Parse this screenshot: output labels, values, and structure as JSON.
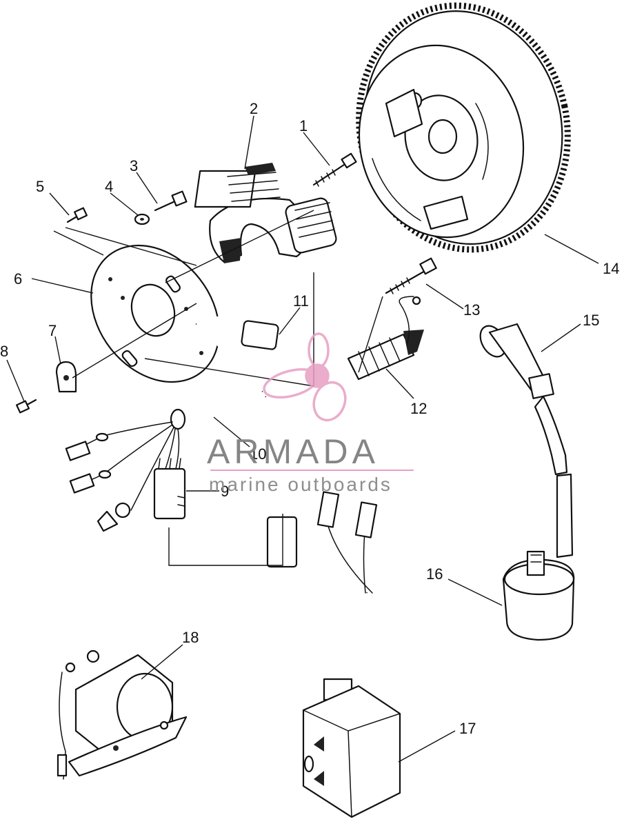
{
  "callouts": [
    {
      "label": "1"
    },
    {
      "label": "2"
    },
    {
      "label": "3"
    },
    {
      "label": "4"
    },
    {
      "label": "5"
    },
    {
      "label": "6"
    },
    {
      "label": "7"
    },
    {
      "label": "8"
    },
    {
      "label": "9"
    },
    {
      "label": "10"
    },
    {
      "label": "11"
    },
    {
      "label": "12"
    },
    {
      "label": "13"
    },
    {
      "label": "14"
    },
    {
      "label": "15"
    },
    {
      "label": "16"
    },
    {
      "label": "17"
    },
    {
      "label": "18"
    }
  ],
  "watermark": {
    "name": "ARMADA",
    "tagline": "marine outboards",
    "name_color": "#858585",
    "tagline_color": "#8e8e8e",
    "accent_color": "#e79fc4"
  }
}
